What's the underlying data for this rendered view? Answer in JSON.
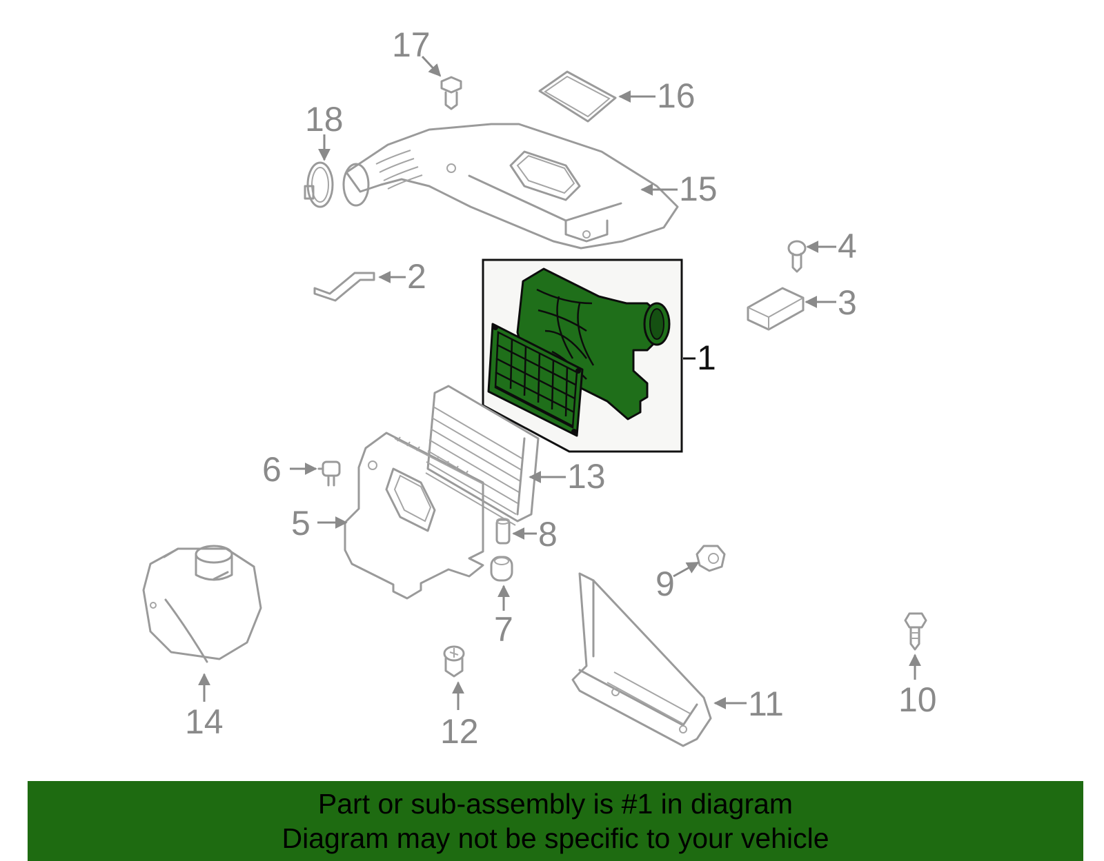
{
  "diagram": {
    "highlighted_part": "1",
    "highlight_color": "#1f6f1a",
    "banner_color": "#1e6b11",
    "callouts": {
      "p1": "1",
      "p2": "2",
      "p3": "3",
      "p4": "4",
      "p5": "5",
      "p6": "6",
      "p7": "7",
      "p8": "8",
      "p9": "9",
      "p10": "10",
      "p11": "11",
      "p12": "12",
      "p13": "13",
      "p14": "14",
      "p15": "15",
      "p16": "16",
      "p17": "17",
      "p18": "18"
    }
  },
  "banner": {
    "line1": "Part or sub-assembly is #1 in diagram",
    "line2": "Diagram may not be specific to your vehicle"
  }
}
